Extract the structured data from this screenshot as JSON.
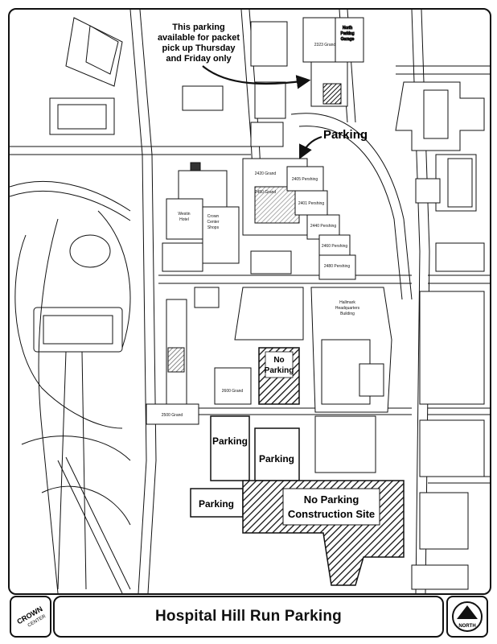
{
  "map": {
    "annotation": "This parking available for packet pick up Thursday and Friday only",
    "annotation_lines": [
      "This parking",
      "available for packet",
      "pick up Thursday",
      "and Friday only"
    ],
    "parking_arrow_label": "Parking",
    "lots": {
      "no_parking_garage": [
        "No",
        "Parking"
      ],
      "parking_center_left": "Parking",
      "parking_center_right": "Parking",
      "parking_bottom_left": "Parking",
      "construction": [
        "No Parking",
        "Construction Site"
      ]
    },
    "buildings": {
      "north_parking_garage": [
        "North",
        "Parking",
        "Garage"
      ],
      "crown_center": [
        "Crown",
        "Center",
        "Shops"
      ],
      "westin": [
        "Westin",
        "Hotel"
      ],
      "hallmark": [
        "Hallmark",
        "Headquarters",
        "Building"
      ],
      "b2420": "2420 Grand",
      "b2405": "2405 Pershing",
      "b2450": "2450 Grand",
      "b2401": "2401 Pershing",
      "b2600": "2600 Grand",
      "b2500": "2500 Grand",
      "b2440": "2440 Pershing",
      "b2460": "2460 Pershing",
      "b2480": "2480 Pershing",
      "b2323": "2323 Grand"
    },
    "fill_hatch": "#2a2a2a",
    "line_color": "#111111"
  },
  "footer": {
    "title": "Hospital Hill Run Parking",
    "logo_text": [
      "CROWN",
      "CENTER"
    ],
    "north_label": "NORTH"
  }
}
